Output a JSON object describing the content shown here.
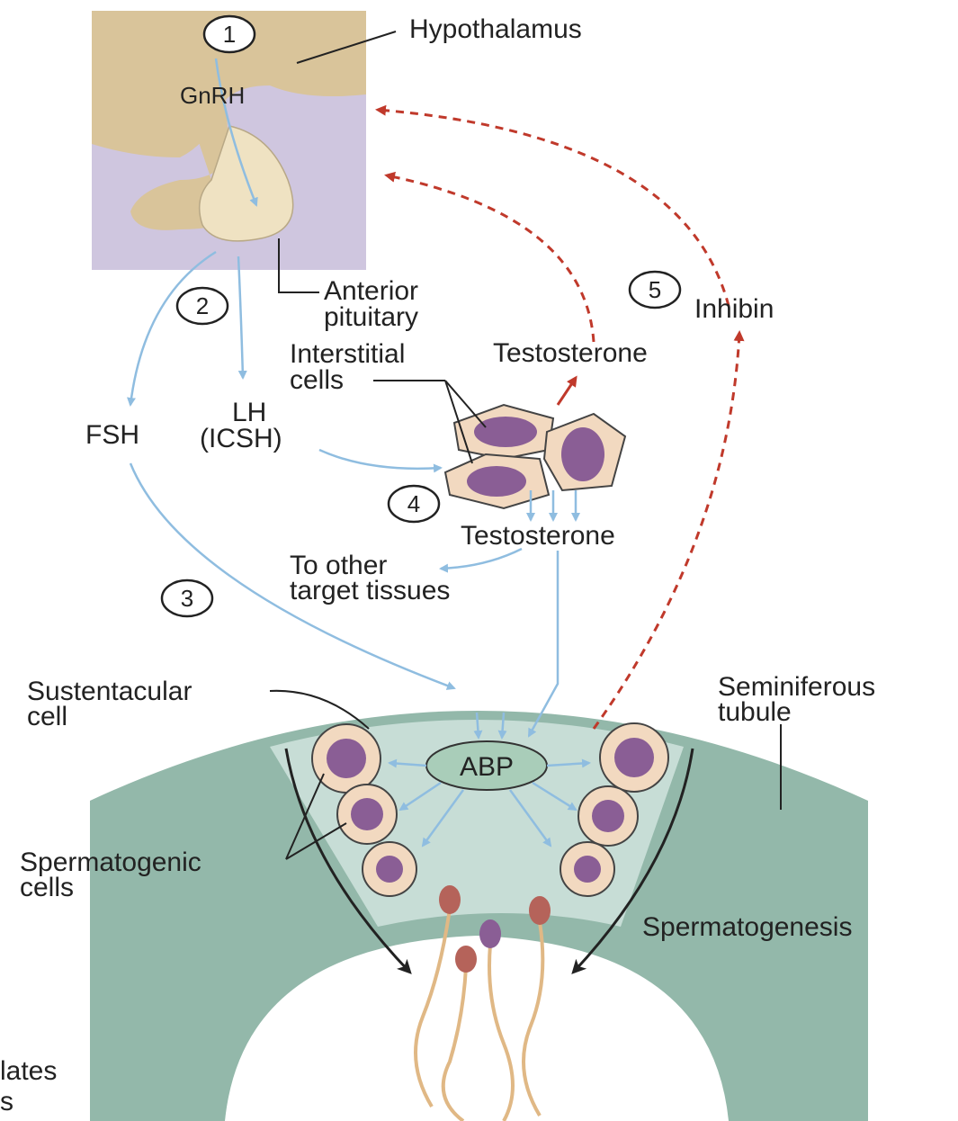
{
  "labels": {
    "hypothalamus": "Hypothalamus",
    "gnrh": "GnRH",
    "anterior_pituitary_1": "Anterior",
    "anterior_pituitary_2": "pituitary",
    "fsh": "FSH",
    "lh_1": "LH",
    "lh_2": "(ICSH)",
    "interstitial_1": "Interstitial",
    "interstitial_2": "cells",
    "testosterone_top": "Testosterone",
    "inhibin": "Inhibin",
    "testosterone_mid": "Testosterone",
    "to_other_1": "To other",
    "to_other_2": "target tissues",
    "sustentacular_1": "Sustentacular",
    "sustentacular_2": "cell",
    "seminiferous_1": "Seminiferous",
    "seminiferous_2": "tubule",
    "abp": "ABP",
    "spermatogenic_1": "Spermatogenic",
    "spermatogenic_2": "cells",
    "spermatogenesis": "Spermatogenesis",
    "cut_1": "lates",
    "cut_2": "s"
  },
  "steps": [
    "1",
    "2",
    "3",
    "4",
    "5"
  ],
  "colors": {
    "hypothalamus_fill": "#d9c49a",
    "pituitary_box": "#cfc6df",
    "pituitary_gland": "#efe2c2",
    "hormone_arrow": "#8fbde0",
    "feedback_arrow": "#c0392b",
    "tubule_wall": "#93b8aa",
    "tubule_lumen_zone": "#c7ddd6",
    "abp_fill": "#a9cdb9",
    "cell_nucleus": "#8a5e95",
    "cell_body": "#f2d9c0"
  }
}
